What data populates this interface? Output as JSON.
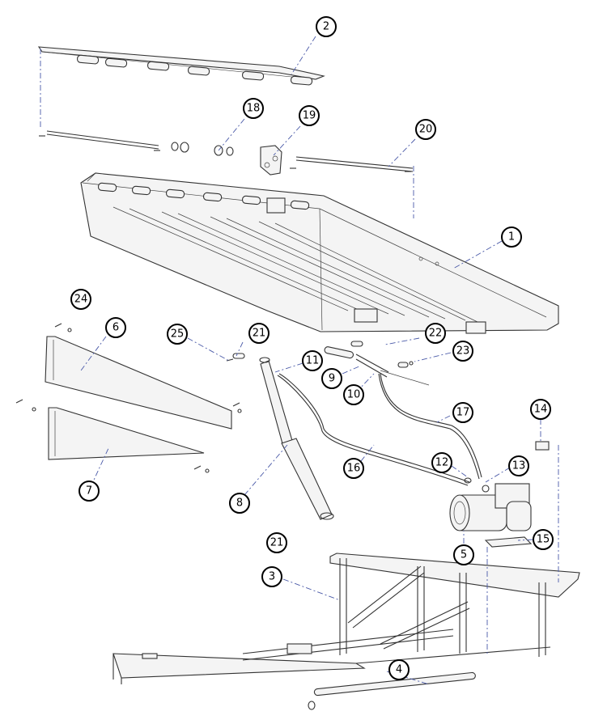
{
  "diagram": {
    "callouts": [
      {
        "id": "2",
        "label": "2"
      },
      {
        "id": "18",
        "label": "18"
      },
      {
        "id": "19",
        "label": "19"
      },
      {
        "id": "20",
        "label": "20"
      },
      {
        "id": "1",
        "label": "1"
      },
      {
        "id": "24",
        "label": "24"
      },
      {
        "id": "6",
        "label": "6"
      },
      {
        "id": "25",
        "label": "25"
      },
      {
        "id": "21a",
        "label": "21"
      },
      {
        "id": "11",
        "label": "11"
      },
      {
        "id": "22",
        "label": "22"
      },
      {
        "id": "23",
        "label": "23"
      },
      {
        "id": "9",
        "label": "9"
      },
      {
        "id": "10",
        "label": "10"
      },
      {
        "id": "17",
        "label": "17"
      },
      {
        "id": "14",
        "label": "14"
      },
      {
        "id": "16",
        "label": "16"
      },
      {
        "id": "12",
        "label": "12"
      },
      {
        "id": "13",
        "label": "13"
      },
      {
        "id": "7",
        "label": "7"
      },
      {
        "id": "8",
        "label": "8"
      },
      {
        "id": "21b",
        "label": "21"
      },
      {
        "id": "15",
        "label": "15"
      },
      {
        "id": "5",
        "label": "5"
      },
      {
        "id": "3",
        "label": "3"
      },
      {
        "id": "4",
        "label": "4"
      }
    ]
  }
}
